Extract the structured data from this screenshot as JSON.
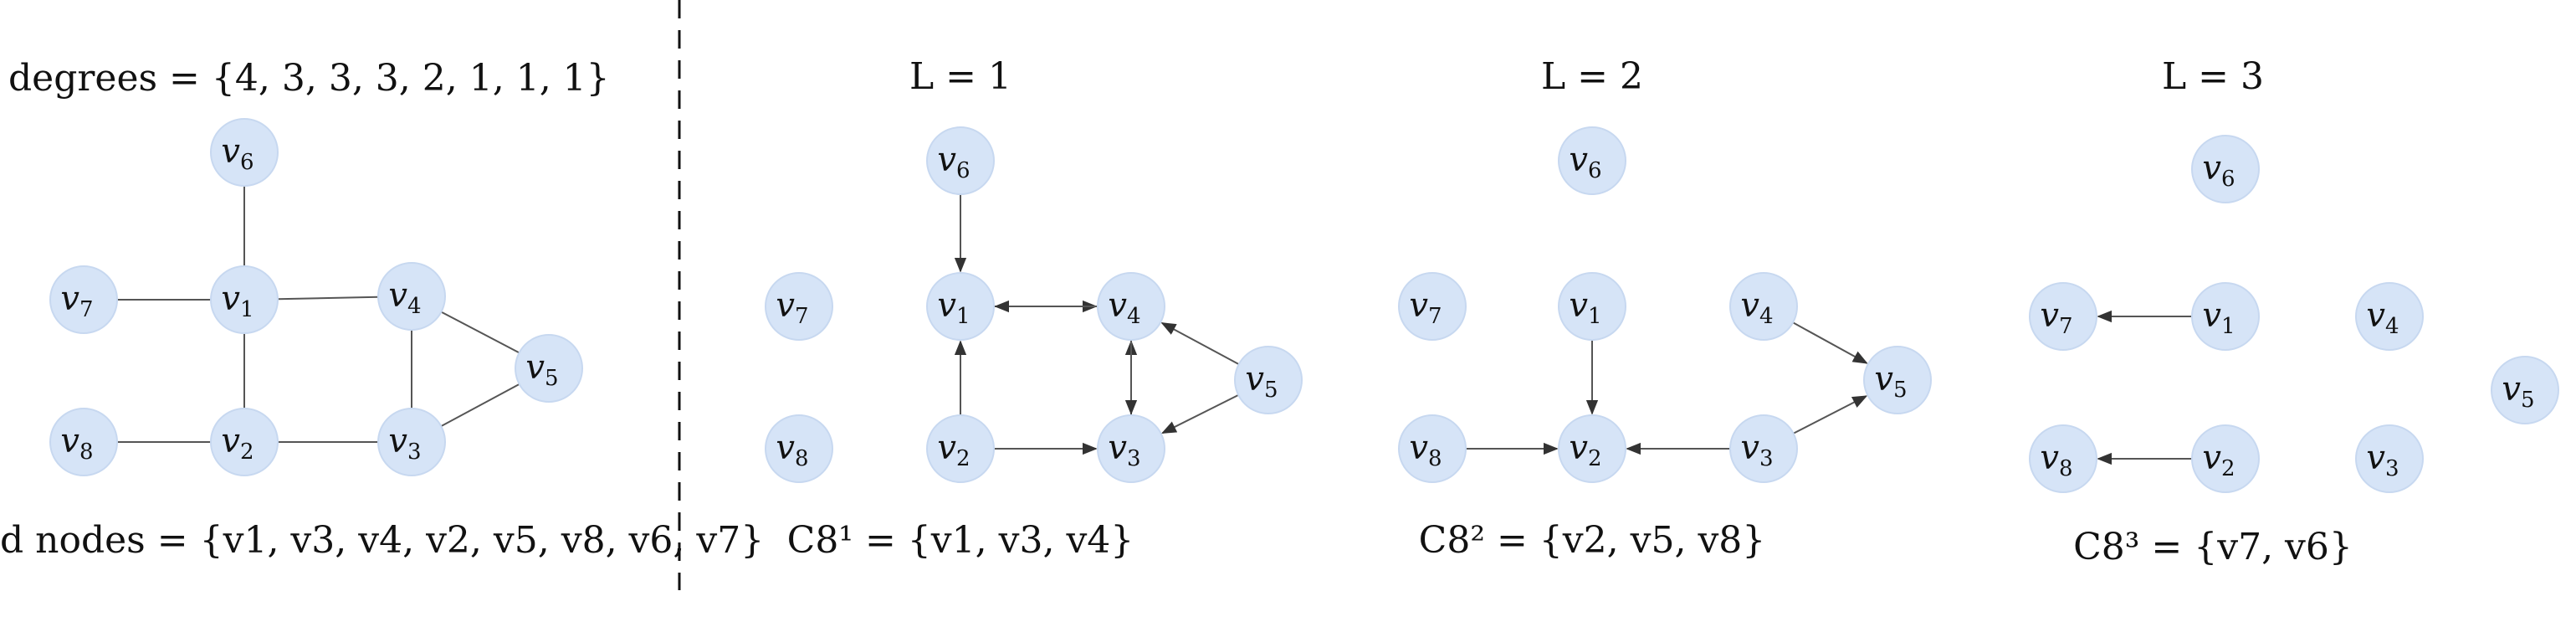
{
  "left": {
    "degrees_label": "degrees = {4, 3, 3, 3, 2, 1, 1, 1}",
    "sorted_label": "d nodes = {v1, v3, v4, v2, v5, v8, v6, v7}"
  },
  "panels": [
    {
      "title": "L = 1",
      "caption": "C8¹ = {v1, v3, v4}"
    },
    {
      "title": "L = 2",
      "caption": "C8² = {v2, v5, v8}"
    },
    {
      "title": "L = 3",
      "caption": "C8³ = {v7, v6}"
    }
  ],
  "node_labels": [
    "v1",
    "v2",
    "v3",
    "v4",
    "v5",
    "v6",
    "v7",
    "v8"
  ],
  "graphs": {
    "original": {
      "edges": [
        [
          "v6",
          "v1"
        ],
        [
          "v7",
          "v1"
        ],
        [
          "v1",
          "v4"
        ],
        [
          "v1",
          "v2"
        ],
        [
          "v4",
          "v3"
        ],
        [
          "v4",
          "v5"
        ],
        [
          "v3",
          "v5"
        ],
        [
          "v8",
          "v2"
        ],
        [
          "v2",
          "v3"
        ]
      ],
      "directed": false
    },
    "L1": {
      "edges": [
        [
          "v6",
          "v1"
        ],
        [
          "v2",
          "v1"
        ],
        [
          "v1",
          "v4"
        ],
        [
          "v4",
          "v1"
        ],
        [
          "v2",
          "v3"
        ],
        [
          "v3",
          "v4"
        ],
        [
          "v4",
          "v3"
        ],
        [
          "v5",
          "v4"
        ],
        [
          "v5",
          "v3"
        ]
      ],
      "directed": true
    },
    "L2": {
      "edges": [
        [
          "v1",
          "v2"
        ],
        [
          "v8",
          "v2"
        ],
        [
          "v3",
          "v2"
        ],
        [
          "v4",
          "v5"
        ],
        [
          "v3",
          "v5"
        ]
      ],
      "directed": true
    },
    "L3": {
      "edges": [
        [
          "v1",
          "v7"
        ],
        [
          "v2",
          "v8"
        ]
      ],
      "directed": true
    }
  },
  "colors": {
    "node_fill": "#d6e4f7",
    "edge": "#555555",
    "text": "#111111"
  }
}
